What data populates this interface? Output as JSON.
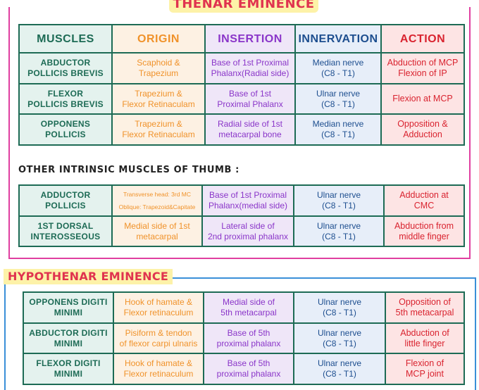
{
  "thenar": {
    "title": "THENAR EMINENCE",
    "headers": [
      "MUSCLES",
      "ORIGIN",
      "INSERTION",
      "INNERVATION",
      "ACTION"
    ],
    "rows": [
      {
        "muscle": [
          "ABDUCTOR",
          "POLLICIS BREVIS"
        ],
        "origin": [
          "Scaphoid &",
          "Trapezium"
        ],
        "insertion": [
          "Base of 1st Proximal",
          "Phalanx(Radial side)"
        ],
        "innervation": [
          "Median nerve",
          "(C8 - T1)"
        ],
        "action": [
          "Abduction of MCP",
          "Flexion of IP"
        ]
      },
      {
        "muscle": [
          "FLEXOR",
          "POLLICIS BREVIS"
        ],
        "origin": [
          "Trapezium &",
          "Flexor Retinaculam"
        ],
        "insertion": [
          "Base of 1st",
          "Proximal Phalanx"
        ],
        "innervation": [
          "Ulnar nerve",
          "(C8 - T1)"
        ],
        "action": [
          "Flexion at MCP",
          ""
        ]
      },
      {
        "muscle": [
          "OPPONENS",
          "POLLICIS"
        ],
        "origin": [
          "Trapezium &",
          "Flexor Retinaculam"
        ],
        "insertion": [
          "Radial side of 1st",
          "metacarpal bone"
        ],
        "innervation": [
          "Median nerve",
          "(C8 - T1)"
        ],
        "action": [
          "Opposition &",
          "Adduction"
        ]
      }
    ]
  },
  "other": {
    "subheading": "OTHER INTRINSIC MUSCLES OF THUMB :",
    "rows": [
      {
        "muscle": [
          "ADDUCTOR",
          "POLLICIS"
        ],
        "origin": [
          "Transverse head: 3rd MC",
          "Oblique: Trapezoid&Capitate"
        ],
        "insertion": [
          "Base of 1st Proximal",
          "Phalanx(medial side)"
        ],
        "innervation": [
          "Ulnar nerve",
          "(C8 - T1)"
        ],
        "action": [
          "Adduction at",
          "CMC"
        ]
      },
      {
        "muscle": [
          "1ST DORSAL",
          "INTEROSSEOUS"
        ],
        "origin": [
          "Medial side of 1st",
          "metacarpal"
        ],
        "insertion": [
          "Lateral side of",
          "2nd proximal phalanx"
        ],
        "innervation": [
          "Ulnar nerve",
          "(C8 - T1)"
        ],
        "action": [
          "Abduction from",
          "middle finger"
        ]
      }
    ]
  },
  "hypothenar": {
    "title": "HYPOTHENAR EMINENCE",
    "rows": [
      {
        "muscle": [
          "OPPONENS DIGITI",
          "MINIMI"
        ],
        "origin": [
          "Hook of hamate &",
          "Flexor retinaculum"
        ],
        "insertion": [
          "Medial side of",
          "5th metacarpal"
        ],
        "innervation": [
          "Ulnar nerve",
          "(C8 - T1)"
        ],
        "action": [
          "Opposition of",
          "5th metacarpal"
        ]
      },
      {
        "muscle": [
          "ABDUCTOR DIGITI",
          "MINIMI"
        ],
        "origin": [
          "Pisiform & tendon",
          "of flexor carpi ulnaris"
        ],
        "insertion": [
          "Base of 5th",
          "proximal phalanx"
        ],
        "innervation": [
          "Ulnar nerve",
          "(C8 - T1)"
        ],
        "action": [
          "Abduction of",
          "little finger"
        ]
      },
      {
        "muscle": [
          "FLEXOR DIGITI",
          "MINIMI"
        ],
        "origin": [
          "Hook of hamate &",
          "Flexor retinaculum"
        ],
        "insertion": [
          "Base of 5th",
          "proximal phalanx"
        ],
        "innervation": [
          "Ulnar nerve",
          "(C8 - T1)"
        ],
        "action": [
          "Flexion of",
          "MCP joint"
        ]
      }
    ]
  },
  "colors": {
    "thenar_border": "#e03fa0",
    "hypothenar_border": "#3a8fd8",
    "table_border": "#1d6b55",
    "title_bg": "#fdf2a8",
    "title_text": "#e0334f"
  }
}
